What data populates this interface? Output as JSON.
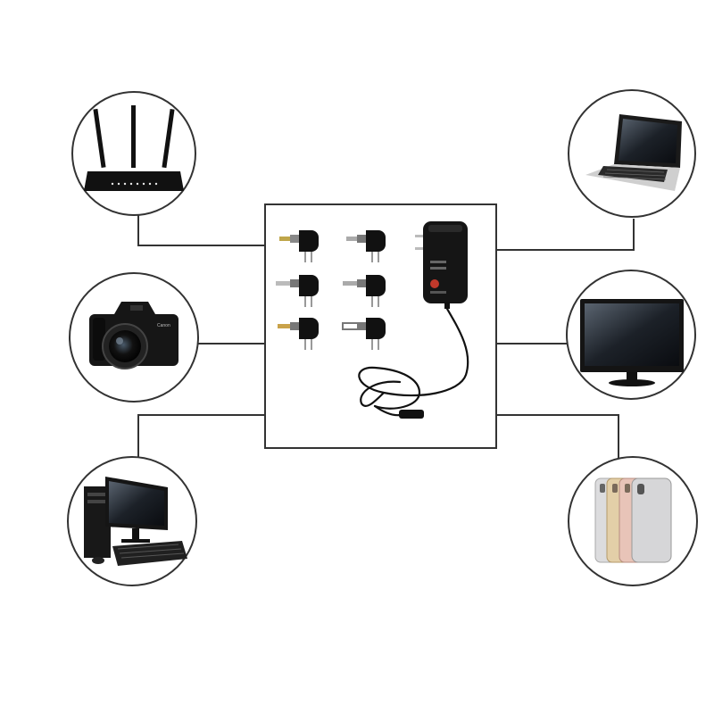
{
  "diagram": {
    "center": {
      "items": [
        "adapter-tip-1-icon",
        "adapter-tip-2-icon",
        "adapter-tip-3-icon",
        "adapter-tip-4-icon",
        "adapter-tip-5-icon",
        "adapter-tip-6-icon",
        "power-adapter-icon",
        "dc-cable-icon"
      ]
    },
    "devices": [
      {
        "icon": "wifi-router-icon",
        "side": "left"
      },
      {
        "icon": "dslr-camera-icon",
        "side": "left"
      },
      {
        "icon": "desktop-computer-icon",
        "side": "left"
      },
      {
        "icon": "laptop-icon",
        "side": "right"
      },
      {
        "icon": "monitor-icon",
        "side": "right"
      },
      {
        "icon": "smartphones-icon",
        "side": "right"
      }
    ],
    "colors": {
      "line": "#333333",
      "device_dark": "#1a1a1a",
      "phone_gold": "#e3cfa8",
      "phone_rose": "#e8c4b8",
      "phone_silver": "#d6d6d8"
    }
  }
}
